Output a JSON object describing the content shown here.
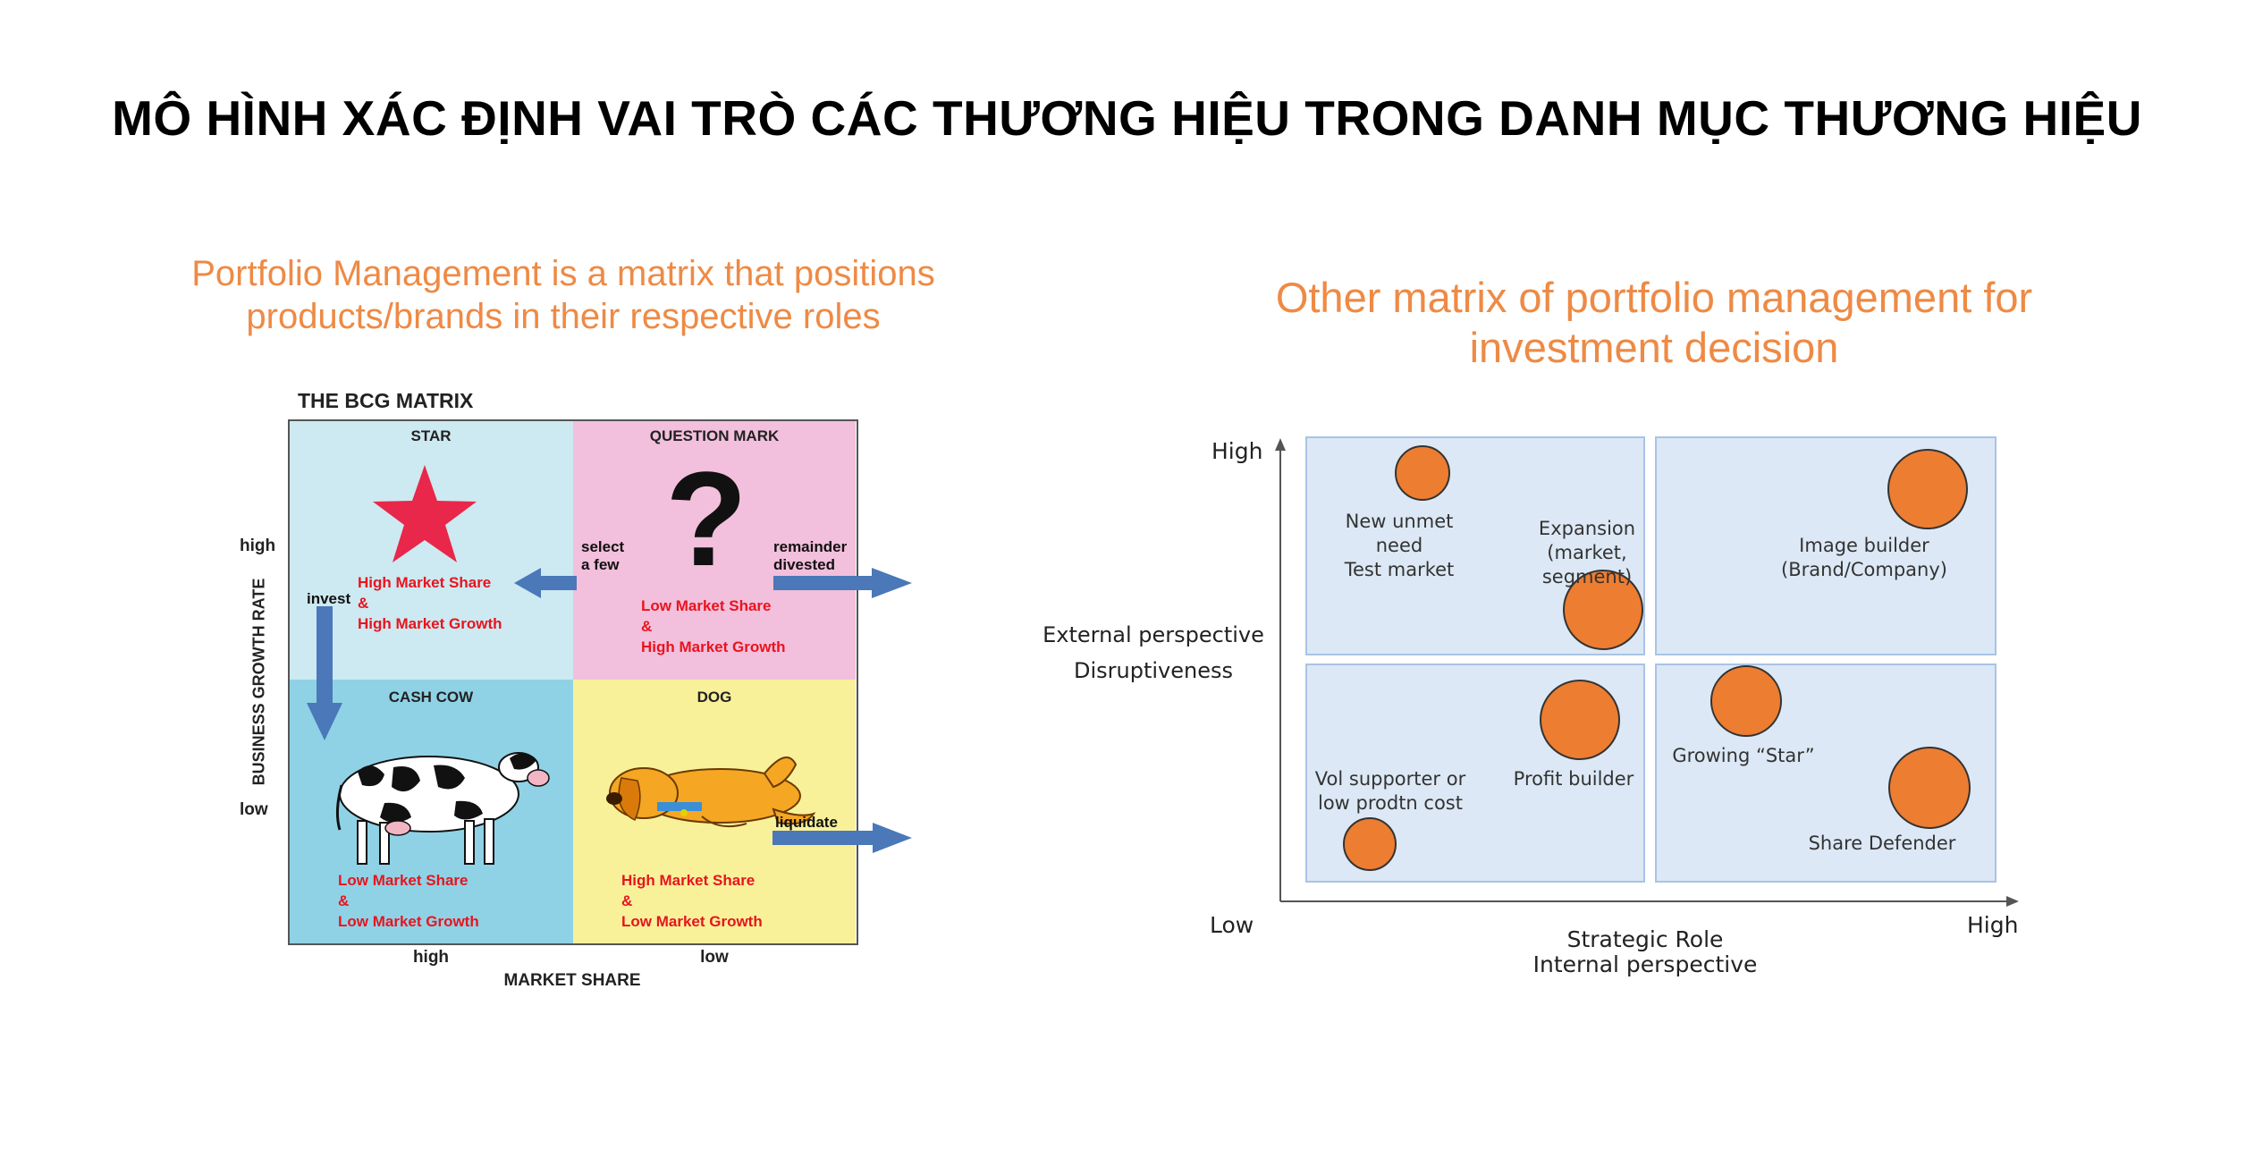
{
  "title": "MÔ HÌNH XÁC ĐỊNH VAI TRÒ CÁC THƯƠNG HIỆU TRONG DANH MỤC THƯƠNG HIỆU",
  "left": {
    "heading_line1": "Portfolio Management is a matrix that positions",
    "heading_line2": "products/brands in their respective roles",
    "bcg": {
      "title": "THE BCG MATRIX",
      "y_axis_label": "BUSINESS GROWTH RATE",
      "x_axis_label": "MARKET SHARE",
      "y_high": "high",
      "y_low": "low",
      "x_high": "high",
      "x_low": "low",
      "colors": {
        "star": "#cde9f1",
        "question": "#f2bfdc",
        "cash": "#8fd2e6",
        "dog": "#f8f19a",
        "arrow": "#4a78b8",
        "red": "#e8141e"
      },
      "quadrants": {
        "star": {
          "label": "STAR",
          "line1": "High Market Share",
          "amp": "&",
          "line2": "High Market Growth",
          "icon": "star-icon"
        },
        "question": {
          "label": "QUESTION MARK",
          "line1": "Low Market Share",
          "amp": "&",
          "line2": "High Market Growth",
          "icon": "question-mark-icon"
        },
        "cash_cow": {
          "label": "CASH COW",
          "line1": "Low Market Share",
          "amp": "&",
          "line2": "Low Market Growth",
          "icon": "cow-icon"
        },
        "dog": {
          "label": "DOG",
          "line1": "High Market Share",
          "amp": "&",
          "line2": "Low Market Growth",
          "icon": "dog-icon"
        }
      },
      "arrows": {
        "select_line1": "select",
        "select_line2": "a few",
        "remainder_line1": "remainder",
        "remainder_line2": "divested",
        "invest": "invest",
        "liquidate": "liquidate"
      }
    }
  },
  "right": {
    "heading_line1": "Other matrix of portfolio management for",
    "heading_line2": "investment decision",
    "matrix": {
      "y_high": "High",
      "y_low": "Low",
      "x_high": "High",
      "y_label_line1": "External perspective",
      "y_label_line2": "Disruptiveness",
      "x_label_line1": "Strategic Role",
      "x_label_line2": "Internal perspective",
      "colors": {
        "quadrant": "#dce8f5",
        "quadrant_border": "#a9c4e4",
        "bubble": "#ed7d31",
        "bubble_border": "#333333"
      },
      "bubbles": [
        {
          "id": "new-unmet-need",
          "lines": [
            "New unmet",
            "need",
            "Test market"
          ]
        },
        {
          "id": "expansion",
          "lines": [
            "Expansion",
            "(market, segment)"
          ]
        },
        {
          "id": "image-builder",
          "lines": [
            "Image builder",
            "(Brand/Company)"
          ]
        },
        {
          "id": "profit-builder",
          "lines": [
            "Profit builder"
          ]
        },
        {
          "id": "growing-star",
          "lines": [
            "Growing “Star”"
          ]
        },
        {
          "id": "vol-supporter",
          "lines": [
            "Vol supporter or",
            "low prodtn cost"
          ]
        },
        {
          "id": "share-defender",
          "lines": [
            "Share Defender"
          ]
        }
      ]
    }
  }
}
